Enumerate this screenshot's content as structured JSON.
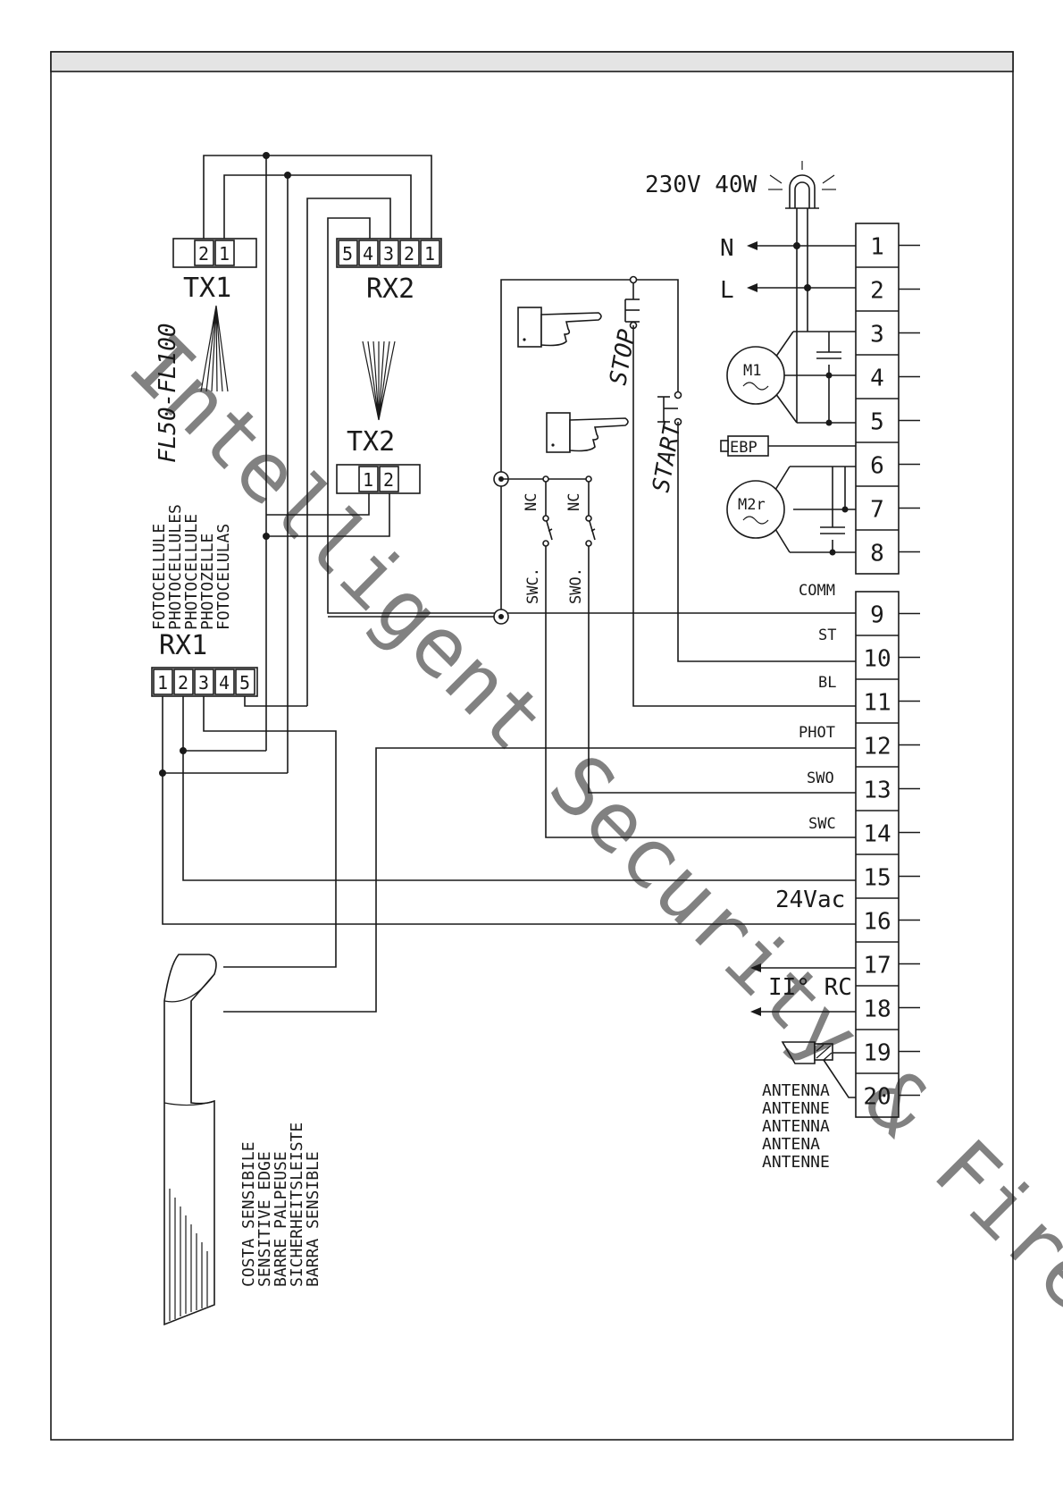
{
  "lamp": {
    "rating": "230V  40W"
  },
  "mains": {
    "neutral": "N",
    "line": "L"
  },
  "motors": {
    "m1": "M1",
    "m2": "M2r",
    "brake": "EBP"
  },
  "photocells": {
    "model": "FL50-FL100",
    "tx1": {
      "name": "TX1",
      "pins": [
        "2",
        "1"
      ]
    },
    "rx2": {
      "name": "RX2",
      "pins": [
        "5",
        "4",
        "3",
        "2",
        "1"
      ]
    },
    "tx2": {
      "name": "TX2",
      "pins": [
        "1",
        "2"
      ]
    },
    "rx1": {
      "name": "RX1",
      "pins": [
        "1",
        "2",
        "3",
        "4",
        "5"
      ]
    },
    "labels": [
      "FOTOCELLULE",
      "PHOTOCELLULES",
      "PHOTOCELLULE",
      "PHOTOZELLE",
      "FOTOCELULAS"
    ]
  },
  "buttons": {
    "stop": "STOP",
    "start": "START"
  },
  "limit_switches": {
    "swc": "SWC.",
    "swo": "SWO.",
    "nc": "NC"
  },
  "terminal_block": {
    "terminals": [
      "1",
      "2",
      "3",
      "4",
      "5",
      "6",
      "7",
      "8",
      "9",
      "10",
      "11",
      "12",
      "13",
      "14",
      "15",
      "16",
      "17",
      "18",
      "19",
      "20"
    ],
    "labels": {
      "comm": "COMM",
      "st": "ST",
      "bl": "BL",
      "phot": "PHOT",
      "swo": "SWO",
      "swc": "SWC",
      "vac": "24Vac",
      "rc": "II° RC"
    }
  },
  "antenna": {
    "labels": [
      "ANTENNA",
      "ANTENNE",
      "ANTENNA",
      "ANTENA",
      "ANTENNE"
    ]
  },
  "sensitive_edge": {
    "labels": [
      "COSTA SENSIBILE",
      "SENSITIVE EDGE",
      "BARRE PALPEUSE",
      "SICHERHEITSLEISTE",
      "BARRA SENSIBLE"
    ]
  },
  "watermark": "Intelligent Security & Fire Ltd."
}
